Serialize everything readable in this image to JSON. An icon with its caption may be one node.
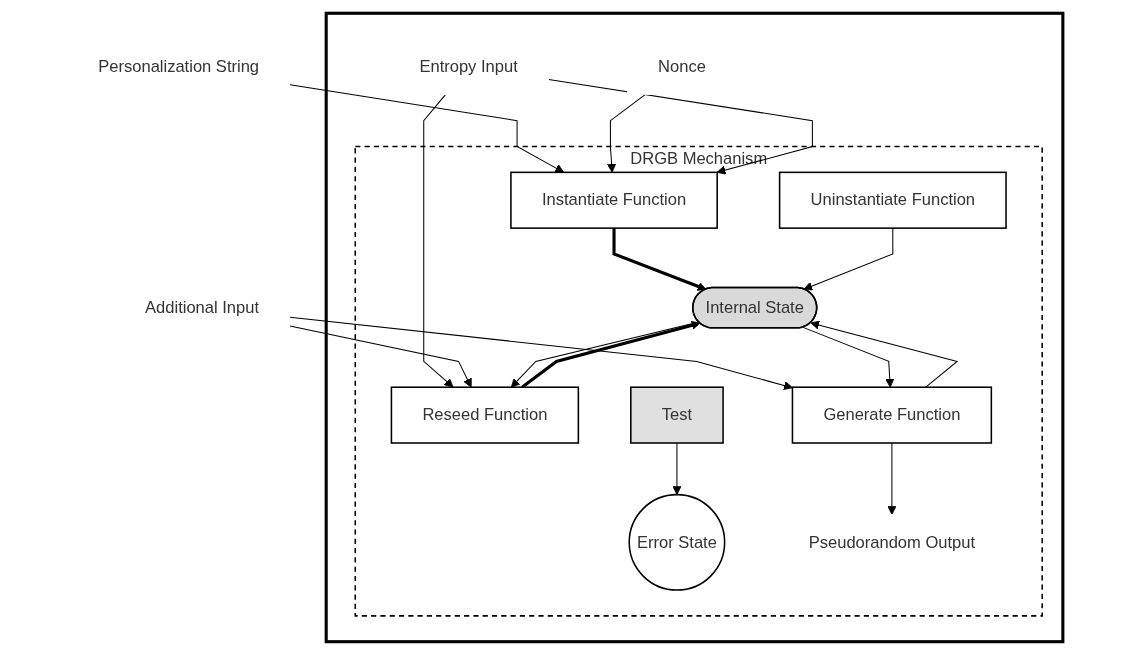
{
  "diagram": {
    "nodes": [
      {
        "text": [
          "Personalization String"
        ]
      },
      {
        "text": [
          "Additional Input"
        ]
      },
      {
        "text": [],
        "shape": "box"
      },
      {
        "text": [
          "Nonce"
        ],
        "in": 2
      },
      {
        "text": [
          "Entropy Input"
        ],
        "in": 2
      },
      {
        "text": [
          "DRGB Mechanism"
        ],
        "in": 2
      },
      {
        "text": [
          "Instantiate Function"
        ],
        "in": 5
      },
      {
        "text": [
          "Reseed Function"
        ],
        "in": 5
      },
      {
        "text": [
          "Uninstantiate Function"
        ],
        "in": 5
      },
      {
        "text": [
          "Internal State"
        ],
        "in": 5
      },
      {
        "text": [
          "Generate Function"
        ],
        "in": 5
      },
      {
        "text": [
          "Test"
        ],
        "in": 5
      },
      {
        "text": [
          "Error State"
        ],
        "in": 5
      },
      {
        "text": [
          "Pseudorandom Output"
        ],
        "in": 5
      }
    ],
    "edges": [
      {
        "from": 0,
        "to": 6,
        "arrow": "to"
      },
      {
        "from": 3,
        "to": 6,
        "arrow": "to"
      },
      {
        "from": 4,
        "to": 6,
        "arrow": "to"
      },
      {
        "from": 4,
        "to": 7,
        "arrow": "to"
      },
      {
        "from": 1,
        "to": 7,
        "arrow": "to"
      },
      {
        "from": 1,
        "to": 10,
        "arrow": "to"
      },
      {
        "from": 6,
        "to": 9,
        "arrow": "to",
        "style": "thick"
      },
      {
        "from": 9,
        "to": 7,
        "arrow": "to"
      },
      {
        "from": 7,
        "to": 9,
        "arrow": "to",
        "style": "thick"
      },
      {
        "from": 8,
        "to": 9,
        "arrow": "to"
      },
      {
        "from": 9,
        "to": 10,
        "arrow": "to"
      },
      {
        "from": 10,
        "to": 9,
        "arrow": "to"
      },
      {
        "from": 10,
        "to": 13,
        "arrow": "to"
      },
      {
        "from": 11,
        "to": 12,
        "arrow": "to"
      }
    ]
  }
}
